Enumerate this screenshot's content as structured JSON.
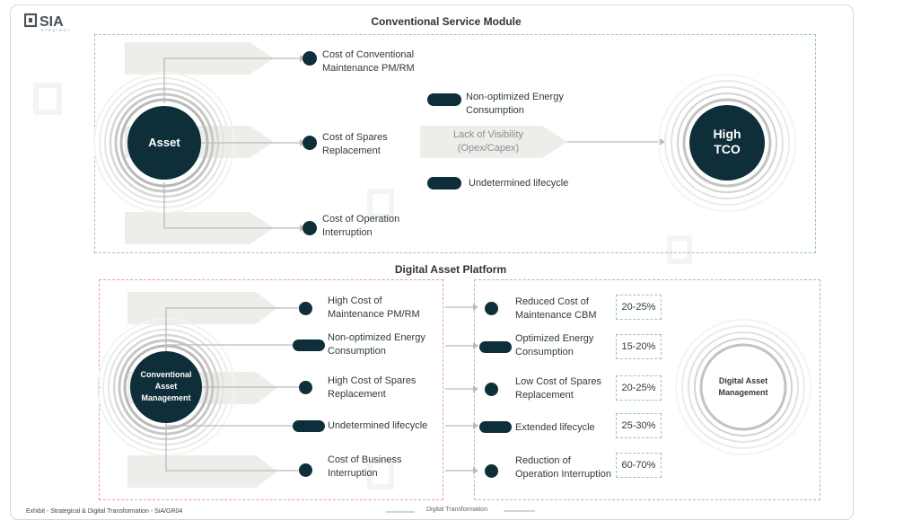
{
  "logo": {
    "brand": "SIA",
    "sub": "STRATEGY"
  },
  "top": {
    "title": "Conventional Service Module",
    "center": "Asset",
    "items": [
      "Cost of Conventional\nMaintenance PM/RM",
      "Cost of Spares\nReplacement",
      "Cost of Operation\nInterruption"
    ],
    "mid_items": [
      "Non-optimized Energy\nConsumption",
      "Undetermined lifecycle"
    ],
    "lack": "Lack of Visibility\n(Opex/Capex)",
    "result": "High\nTCO"
  },
  "bottom": {
    "title": "Digital Asset Platform",
    "center": "Conventional\nAsset\nManagement",
    "left_items": [
      "High Cost of\nMaintenance PM/RM",
      "Non-optimized Energy\nConsumption",
      "High Cost of Spares\nReplacement",
      "Undetermined lifecycle",
      "Cost of Business\nInterruption"
    ],
    "right_items": [
      "Reduced Cost of\nMaintenance CBM",
      "Optimized Energy\nConsumption",
      "Low Cost of Spares\nReplacement",
      "Extended lifecycle",
      "Reduction of\nOperation Interruption"
    ],
    "percents": [
      "20-25%",
      "15-20%",
      "20-25%",
      "25-30%",
      "60-70%"
    ],
    "result": "Digital Asset\nManagement"
  },
  "footer": {
    "exhibit": "Exhibit - Strategical & Digital Transformation - SiA/GR04",
    "transformation": "Digital Transformation"
  },
  "colors": {
    "navy": "#0e2f3a",
    "teal_border": "#9cc4c0",
    "red_border": "#e7a1a1",
    "band": "#ededea",
    "arrow": "#b9bcbc"
  }
}
